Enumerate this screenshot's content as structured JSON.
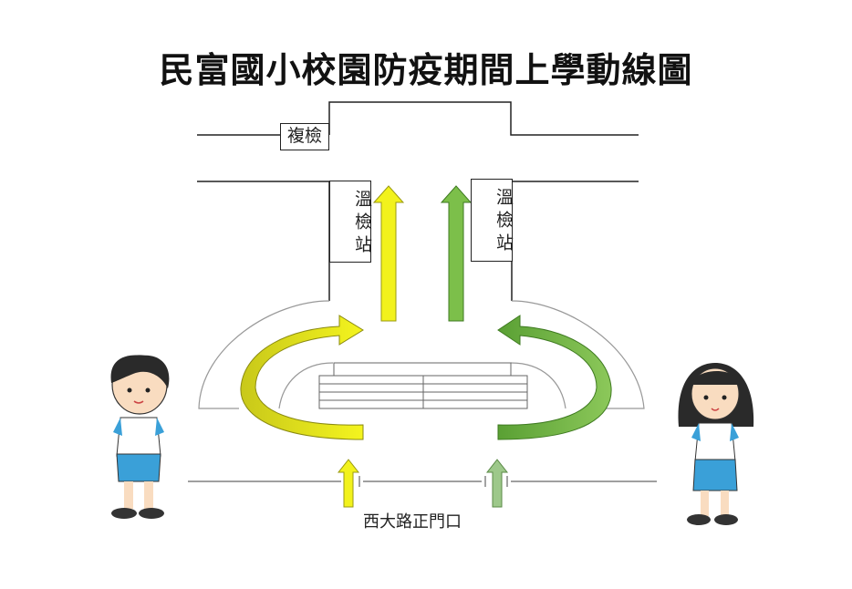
{
  "title": "民富國小校園防疫期間上學動線圖",
  "recheck_label": "複檢",
  "temp_station_left": "溫檢站",
  "temp_station_right": "溫檢站",
  "gate_label": "西大路正門口",
  "colors": {
    "left_route": "#f2f21c",
    "left_route_dark": "#b8b814",
    "right_route": "#7cbf4a",
    "right_route_dark": "#4e9a2c",
    "gate_arrow_right": "#9dc88a",
    "line": "#222222"
  }
}
